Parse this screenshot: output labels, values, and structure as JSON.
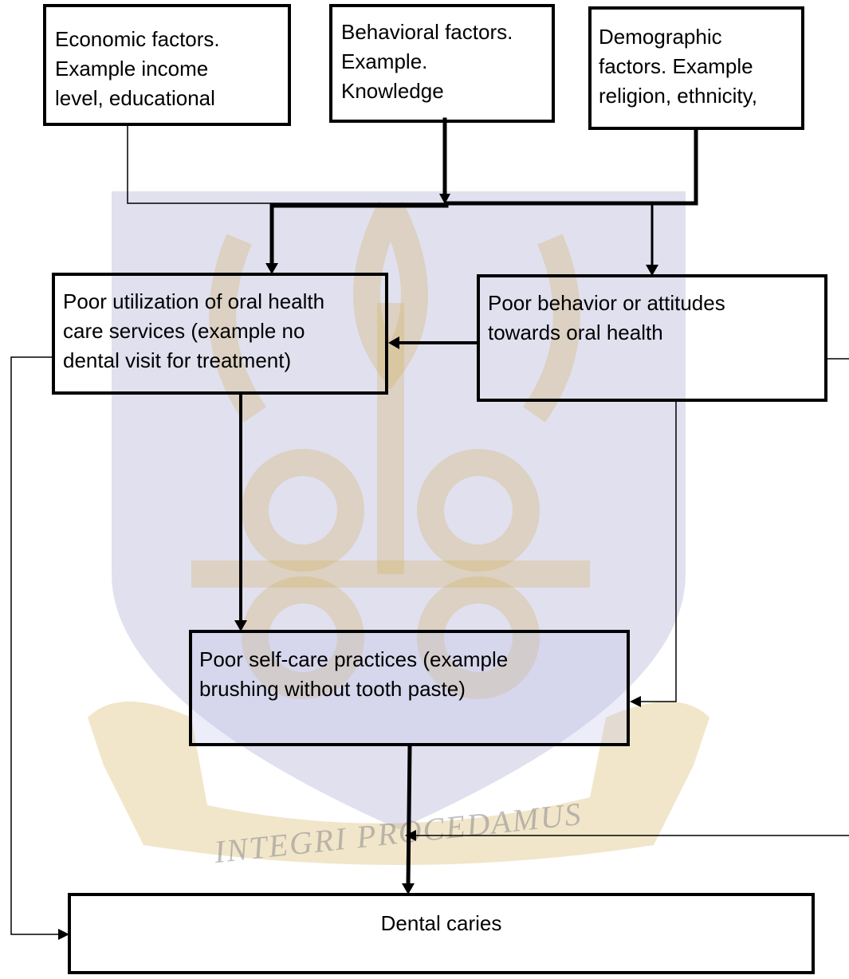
{
  "diagram": {
    "boxes": {
      "economic": "Economic factors.\nExample income\nlevel, educational",
      "behavioral": "Behavioral factors.\nExample.\nKnowledge",
      "demographic": "Demographic\nfactors. Example\nreligion, ethnicity,",
      "utilization": "Poor utilization of oral health\ncare services (example no\ndental visit for treatment)",
      "behavior": "Poor behavior or attitudes\ntowards oral health",
      "selfcare": "Poor self-care practices (example\nbrushing without tooth paste)",
      "caries": "Dental caries"
    },
    "watermark": {
      "motto": "INTEGRI PROCEDAMUS",
      "colors": {
        "blue": "#3d3f9c",
        "gold": "#d4b15a"
      }
    }
  }
}
